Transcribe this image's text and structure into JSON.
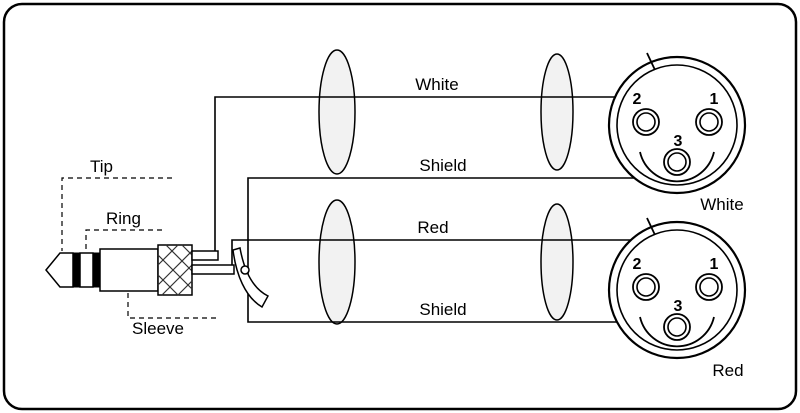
{
  "diagram": {
    "plug": {
      "tip_label": "Tip",
      "ring_label": "Ring",
      "sleeve_label": "Sleeve"
    },
    "wires": {
      "top_signal": "White",
      "top_shield": "Shield",
      "bottom_signal": "Red",
      "bottom_shield": "Shield"
    },
    "connectors": {
      "top": {
        "name": "White",
        "pins": {
          "one": "1",
          "two": "2",
          "three": "3"
        }
      },
      "bottom": {
        "name": "Red",
        "pins": {
          "one": "1",
          "two": "2",
          "three": "3"
        }
      }
    },
    "colors": {
      "line": "#000000",
      "cable_fill": "#f2f2f2",
      "background": "#ffffff"
    }
  }
}
